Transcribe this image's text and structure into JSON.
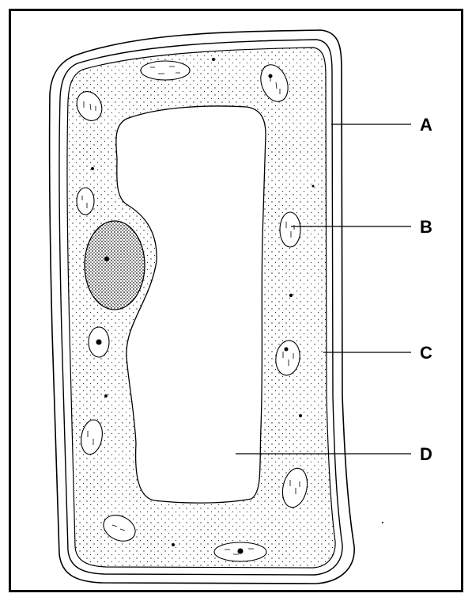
{
  "labels": {
    "a": "A",
    "b": "B",
    "c": "C",
    "d": "D"
  },
  "colors": {
    "ink": "#000000",
    "paper": "#ffffff",
    "stipple": "#222222"
  }
}
